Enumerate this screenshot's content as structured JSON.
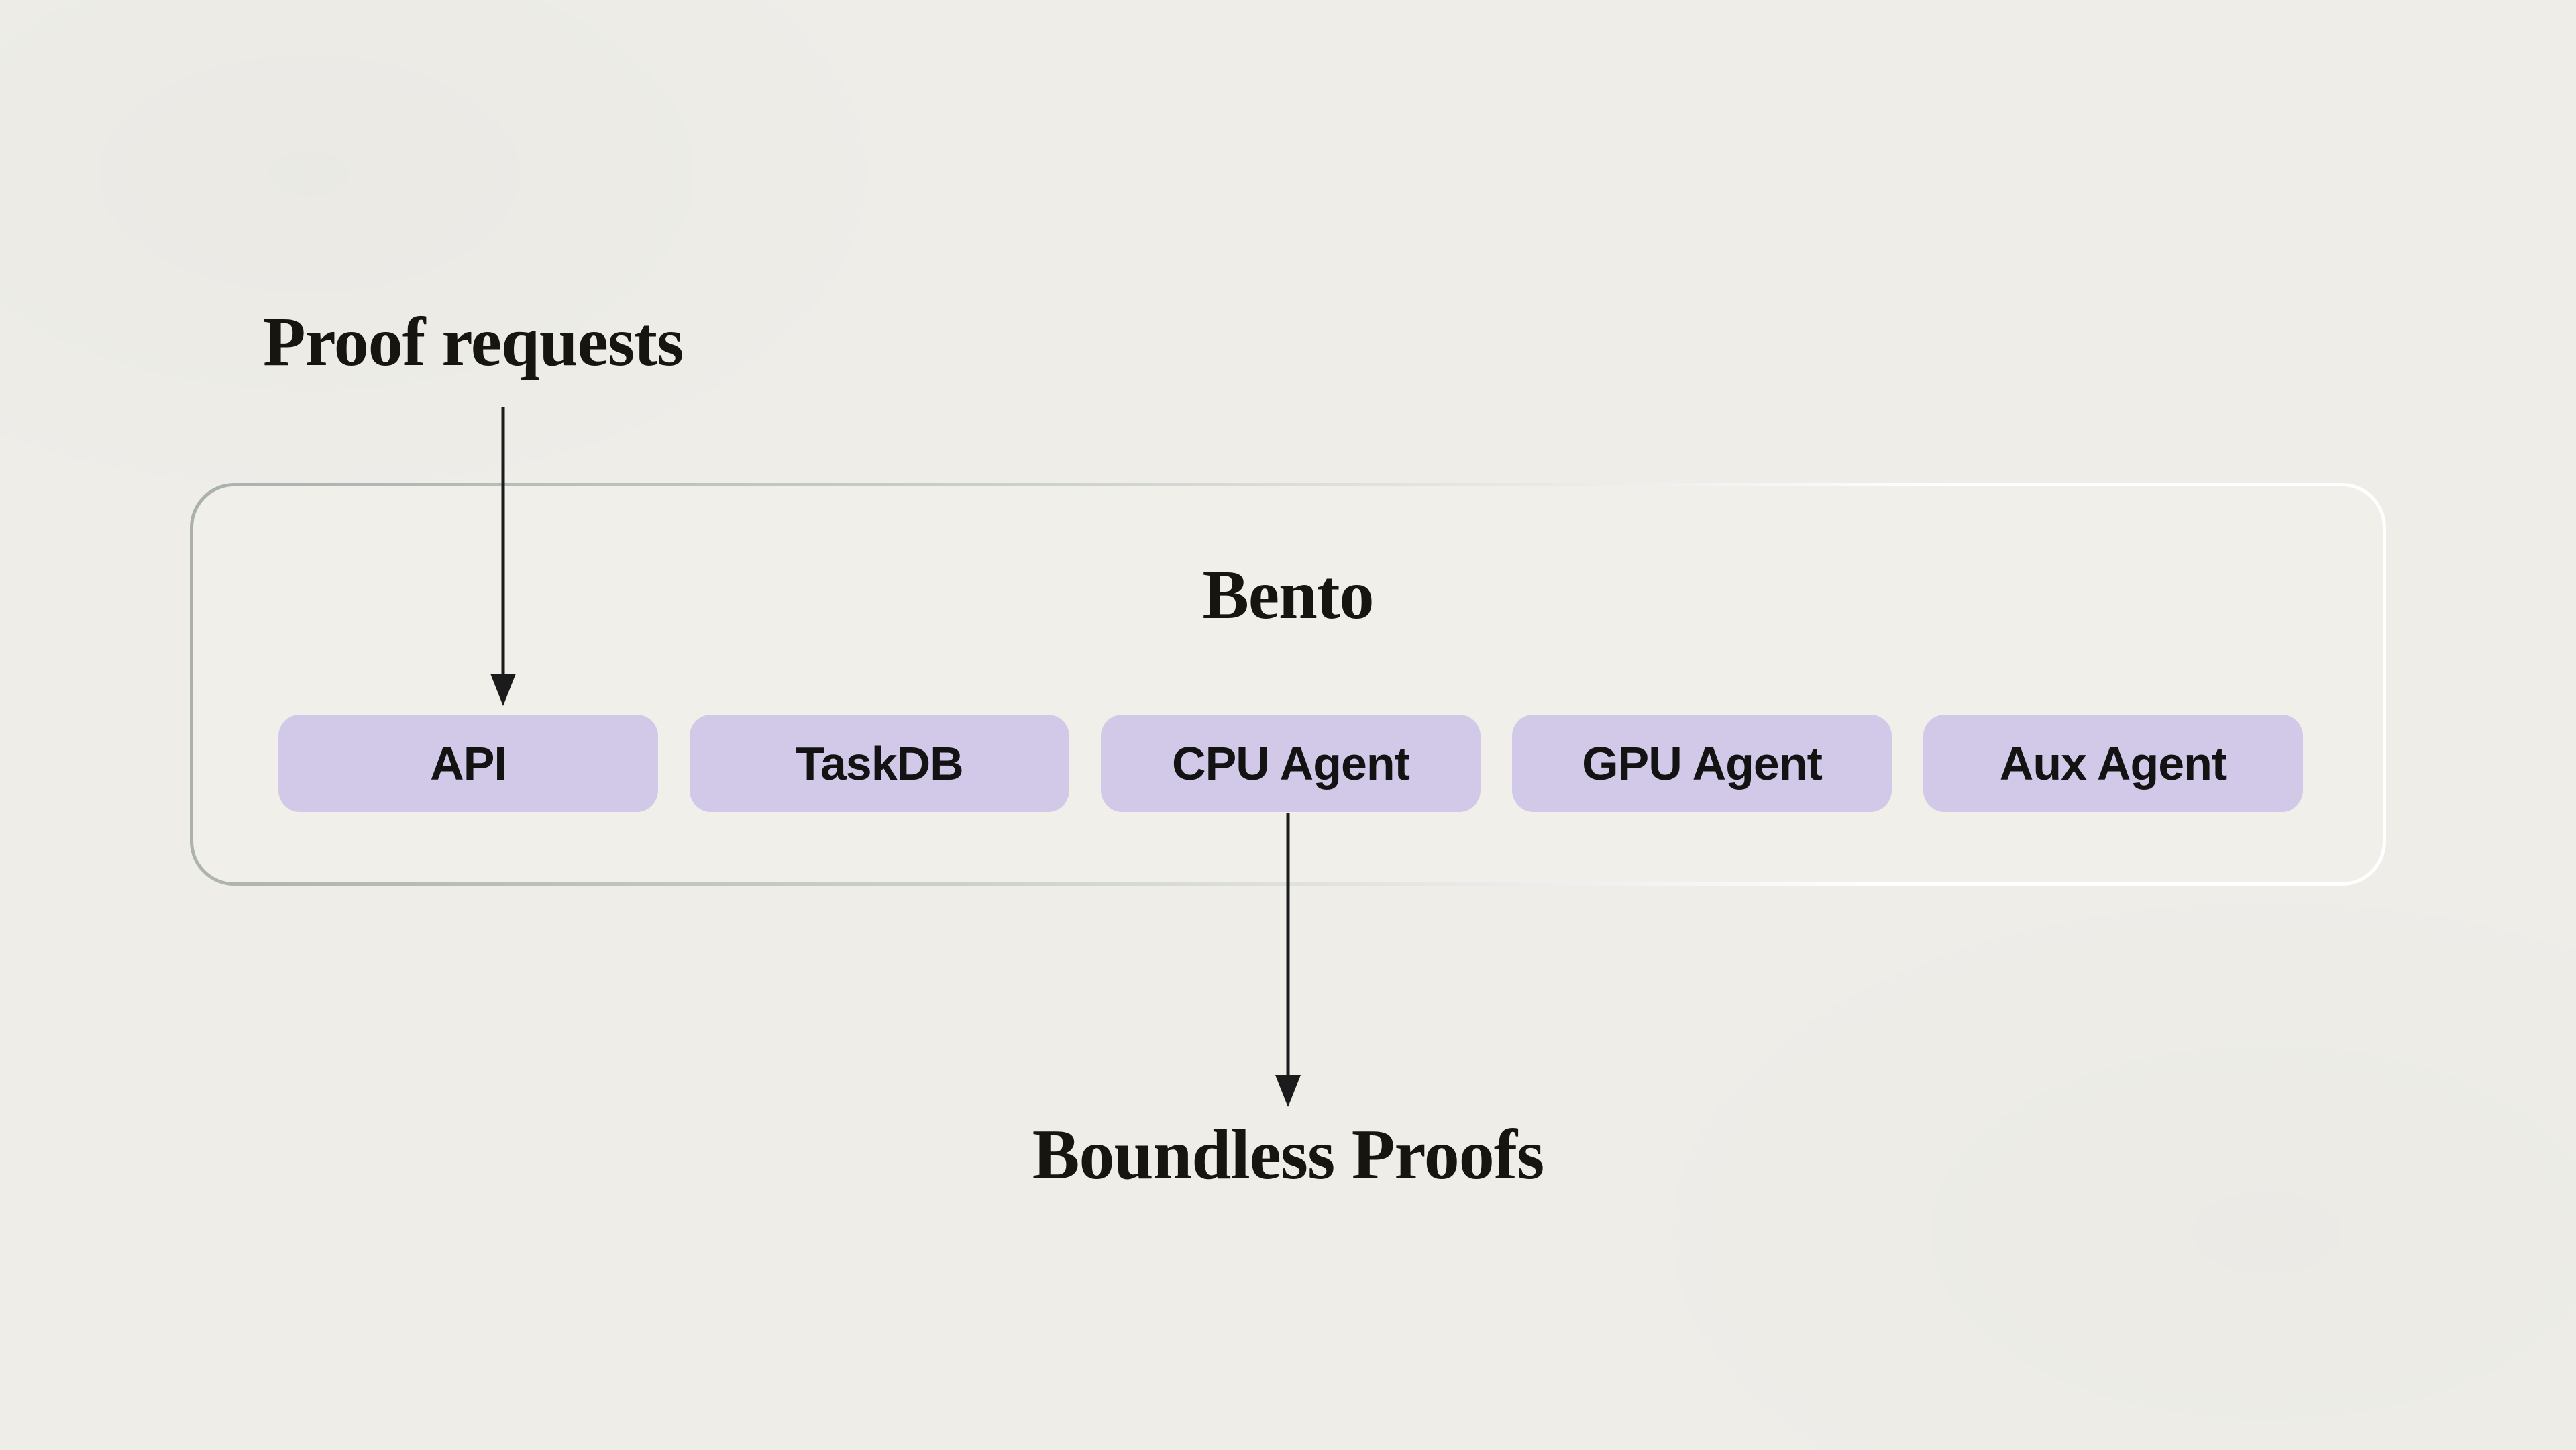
{
  "diagram": {
    "input_label": "Proof requests",
    "output_label": "Boundless Proofs",
    "bento": {
      "title": "Bento",
      "boxes": [
        {
          "label": "API"
        },
        {
          "label": "TaskDB"
        },
        {
          "label": "CPU Agent"
        },
        {
          "label": "GPU Agent"
        },
        {
          "label": "Aux Agent"
        }
      ]
    },
    "arrows": [
      {
        "name": "proof-requests-to-api"
      },
      {
        "name": "cpu-agent-to-boundless-proofs"
      }
    ]
  },
  "theme": {
    "page-bg": "#eeede8",
    "panel-bg": "#f0efe9",
    "panel-border-start": "#aab0ac",
    "panel-border-mid": "#cdd1cd",
    "panel-border-end": "#ffffff",
    "box-bg": "#d2c9e9",
    "ink": "#17150f",
    "box-ink": "#131313",
    "arrow": "#1b1b1b"
  }
}
